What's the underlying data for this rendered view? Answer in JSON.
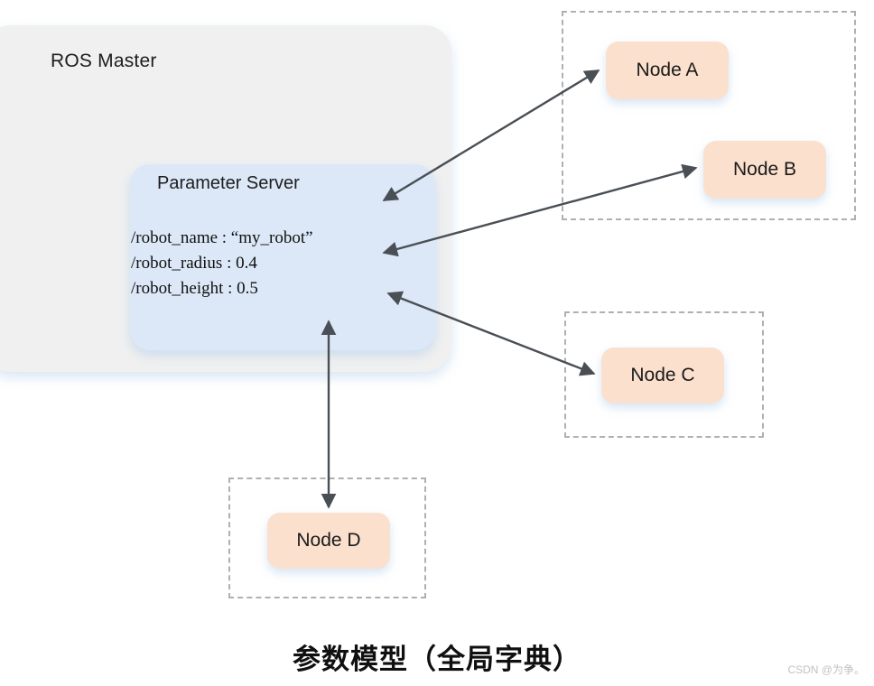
{
  "diagram": {
    "caption": "参数模型（全局字典）",
    "watermark": "CSDN @为争。",
    "master": {
      "label": "ROS Master",
      "fill": "#f0f0f0"
    },
    "parameter_server": {
      "title": "Parameter Server",
      "fill": "#dce8f7",
      "parameters": [
        "/robot_name : “my_robot”",
        "/robot_radius : 0.4",
        "/robot_height : 0.5"
      ]
    },
    "nodes": [
      {
        "id": "node-a",
        "label": "Node A",
        "fill": "#fbe0ce"
      },
      {
        "id": "node-b",
        "label": "Node B",
        "fill": "#fbe0ce"
      },
      {
        "id": "node-c",
        "label": "Node C",
        "fill": "#fbe0ce"
      },
      {
        "id": "node-d",
        "label": "Node D",
        "fill": "#fbe0ce"
      }
    ],
    "groups": [
      {
        "id": "group-ab",
        "contains": "Node A, Node B"
      },
      {
        "id": "group-c",
        "contains": "Node C"
      },
      {
        "id": "group-d",
        "contains": "Node D"
      }
    ],
    "connections": [
      {
        "from": "Parameter Server",
        "to": "Node A",
        "style": "double-headed",
        "color": "#4a4f55"
      },
      {
        "from": "Parameter Server",
        "to": "Node B",
        "style": "double-headed",
        "color": "#4a4f55"
      },
      {
        "from": "Parameter Server",
        "to": "Node C",
        "style": "double-headed",
        "color": "#4a4f55"
      },
      {
        "from": "Parameter Server",
        "to": "Node D",
        "style": "double-headed",
        "color": "#4a4f55"
      }
    ]
  }
}
